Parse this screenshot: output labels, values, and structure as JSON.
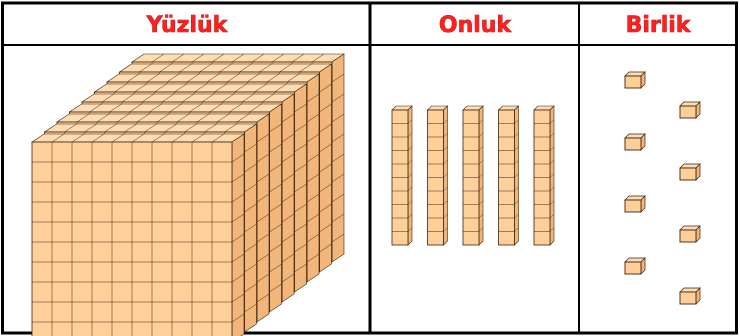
{
  "table": {
    "columns": [
      {
        "header": "Yüzlük"
      },
      {
        "header": "Onluk"
      },
      {
        "header": "Birlik"
      }
    ]
  },
  "blocks": {
    "hundreds_flats": 9,
    "tens_rods": 5,
    "ones_cubes": 8
  },
  "colors": {
    "block_face": "#ffcf9a",
    "block_edge": "#3a2410",
    "header_text": "#ff1f1f",
    "grid_line": "#000000"
  }
}
